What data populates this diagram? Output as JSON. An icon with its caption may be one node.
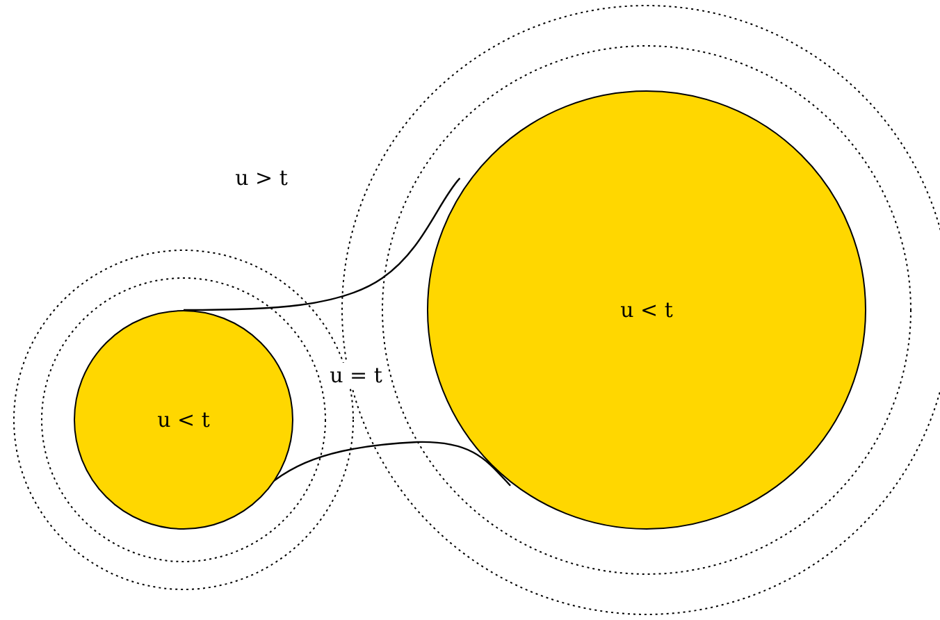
{
  "diagram": {
    "nodes": [
      {
        "text": [
          "u < t"
        ]
      },
      {
        "text": [
          "u < t"
        ]
      }
    ],
    "edges": [
      {
        "from": 0,
        "to": 1,
        "arrow": "none"
      },
      {
        "from": 0,
        "to": 1,
        "arrow": "none"
      }
    ],
    "labels": [
      "u > t",
      "u = t"
    ]
  }
}
